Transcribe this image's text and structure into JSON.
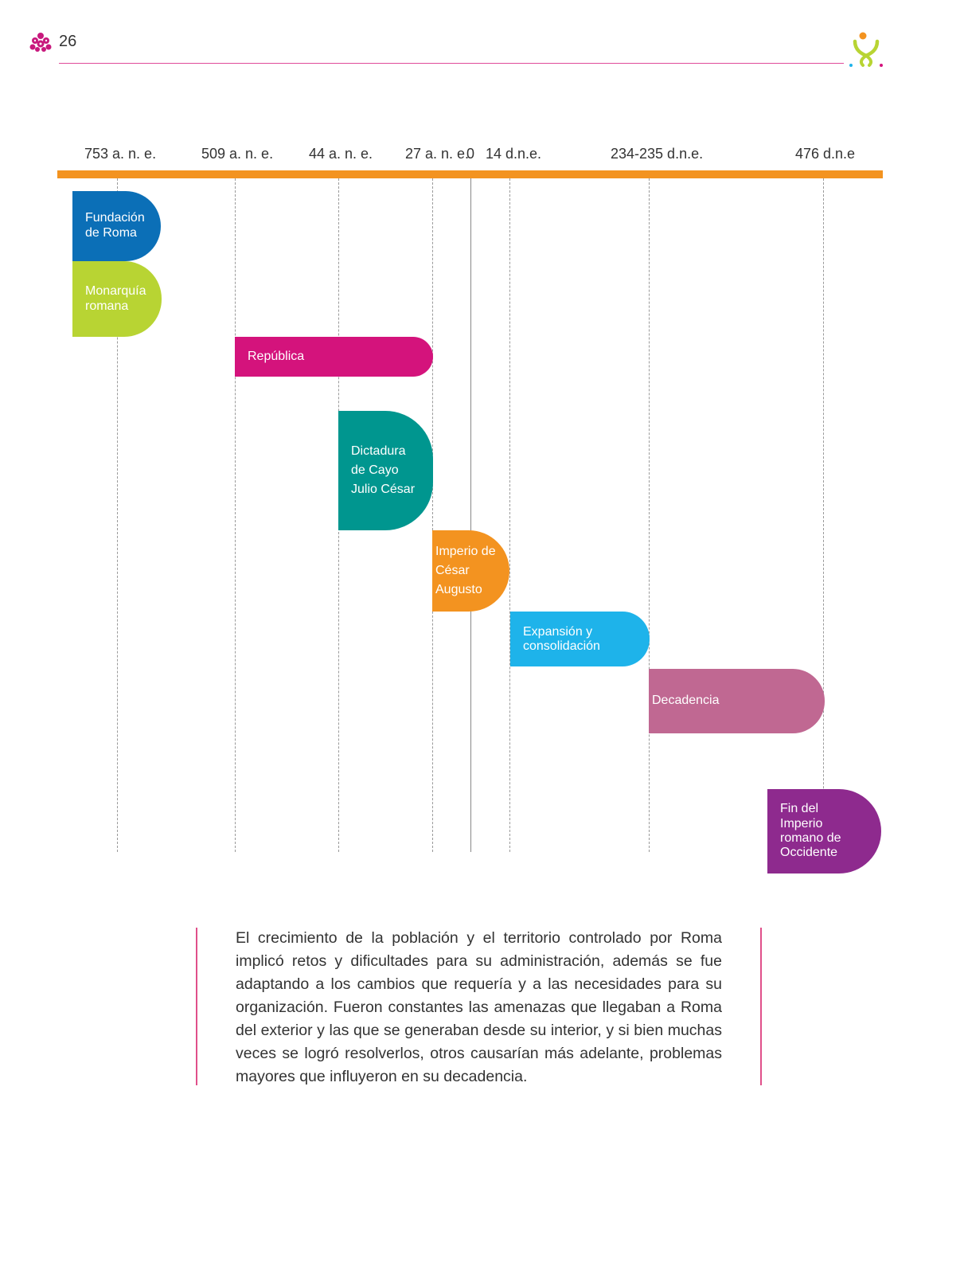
{
  "header": {
    "page_number": "26"
  },
  "timeline": {
    "dates": [
      "753 a. n. e.",
      "509 a. n. e.",
      "44 a. n. e.",
      "27 a. n. e.",
      "0",
      "14 d.n.e.",
      "234-235 d.n.e.",
      "476 d.n.e"
    ],
    "periods": [
      {
        "label": "Fundación de Roma",
        "color": "#0b6fb7"
      },
      {
        "label": "Monarquía romana",
        "color": "#b8d433"
      },
      {
        "label": "República",
        "color": "#d4137c"
      },
      {
        "label": "Dictadura de Cayo Julio César",
        "color": "#00968f"
      },
      {
        "label": "Imperio de César Augusto",
        "color": "#f39320"
      },
      {
        "label": "Expansión y consolidación",
        "color": "#1eb3ea"
      },
      {
        "label": "Decadencia",
        "color": "#c06892"
      },
      {
        "label": "Fin del Imperio romano de Occidente",
        "color": "#8e2a8e"
      }
    ]
  },
  "caption": "El crecimiento de la población y el territorio controlado por Roma implicó retos y dificultades para su administración, además se fue adaptando a los cambios que requería y a las necesidades para su organización. Fueron constantes las amenazas que llegaban a Roma del exterior y las que se generaban desde su interior, y si bien muchas veces se logró resolverlos, otros causarían más adelante, problemas mayores que influyeron en su decadencia."
}
